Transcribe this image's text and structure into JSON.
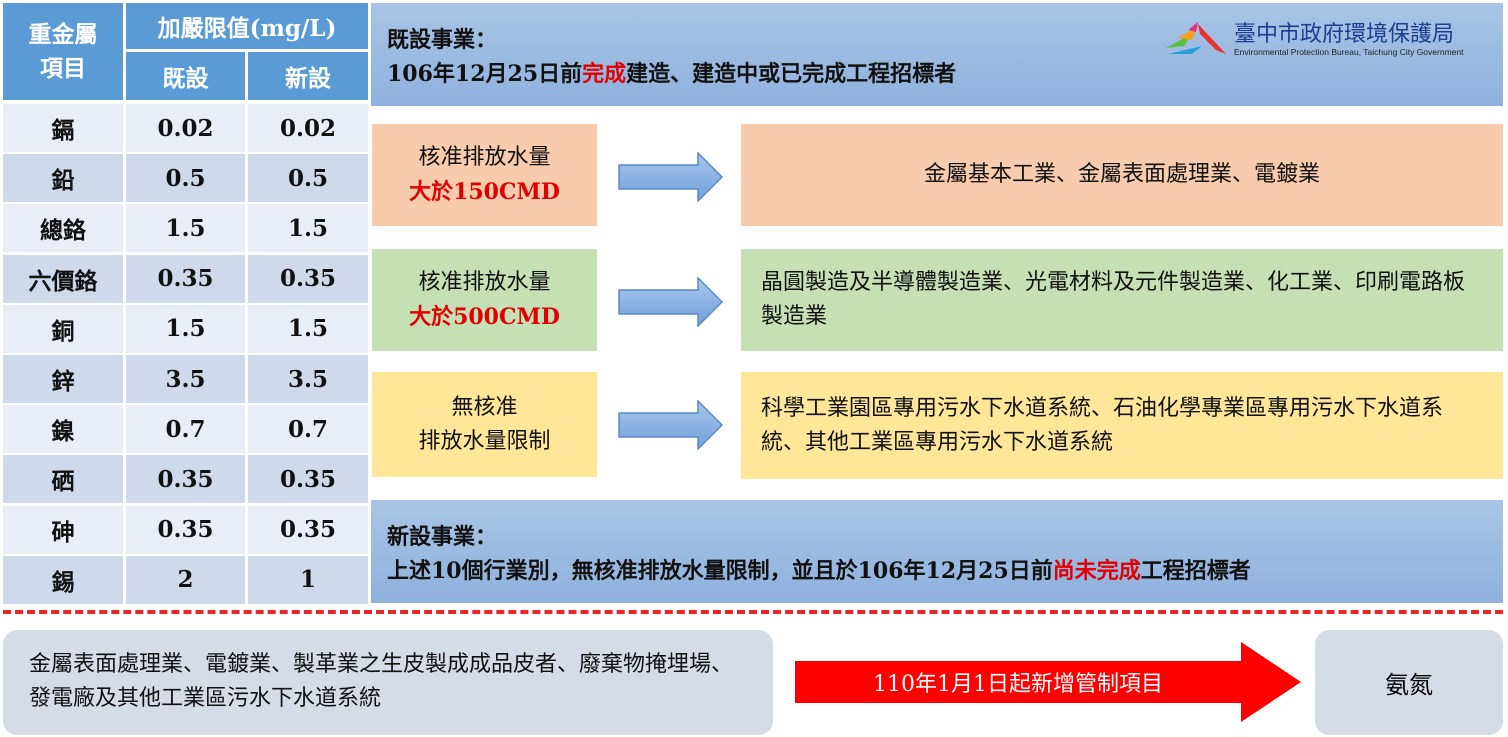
{
  "table": {
    "header_item": "重金屬\n項目",
    "header_item_l1": "重金屬",
    "header_item_l2": "項目",
    "header_limit": "加嚴限值(mg/L)",
    "header_existing": "既設",
    "header_new": "新設",
    "rows": [
      {
        "metal": "鎘",
        "existing": "0.02",
        "new": "0.02"
      },
      {
        "metal": "鉛",
        "existing": "0.5",
        "new": "0.5"
      },
      {
        "metal": "總鉻",
        "existing": "1.5",
        "new": "1.5"
      },
      {
        "metal": "六價鉻",
        "existing": "0.35",
        "new": "0.35"
      },
      {
        "metal": "銅",
        "existing": "1.5",
        "new": "1.5"
      },
      {
        "metal": "鋅",
        "existing": "3.5",
        "new": "3.5"
      },
      {
        "metal": "鎳",
        "existing": "0.7",
        "new": "0.7"
      },
      {
        "metal": "硒",
        "existing": "0.35",
        "new": "0.35"
      },
      {
        "metal": "砷",
        "existing": "0.35",
        "new": "0.35"
      },
      {
        "metal": "錫",
        "existing": "2",
        "new": "1"
      }
    ]
  },
  "existing": {
    "title": "既設事業：",
    "line_pre": "106年12月25日前",
    "line_red": "完成",
    "line_post": "建造、建造中或已完成工程招標者"
  },
  "logo": {
    "name": "臺中市政府環境保護局",
    "subtitle": "Environmental Protection Bureau, Taichung City Government"
  },
  "categories": [
    {
      "cond1": "核准排放水量",
      "cond2": "大於150CMD",
      "industries": "金屬基本工業、金屬表面處理業、電鍍業",
      "color": "#f8cbad"
    },
    {
      "cond1": "核准排放水量",
      "cond2": "大於500CMD",
      "industries": "晶圓製造及半導體製造業、光電材料及元件製造業、化工業、印刷電路板製造業",
      "color": "#c5e0b4"
    },
    {
      "cond1": "無核准",
      "cond2": "排放水量限制",
      "industries": "科學工業園區專用污水下水道系統、石油化學專業區專用污水下水道系統、其他工業區專用污水下水道系統",
      "color": "#ffe699"
    }
  ],
  "new_business": {
    "title": "新設事業：",
    "line_pre": "上述10個行業別，無核准排放水量限制，並且於106年12月25日前",
    "line_red": "尚未完成",
    "line_post": "工程招標者"
  },
  "bottom": {
    "industries": "金屬表面處理業、電鍍業、製革業之生皮製成成品皮者、廢棄物掩埋場、發電廠及其他工業區污水下水道系統",
    "arrow_label": "110年1月1日起新增管制項目",
    "item": "氨氮"
  }
}
